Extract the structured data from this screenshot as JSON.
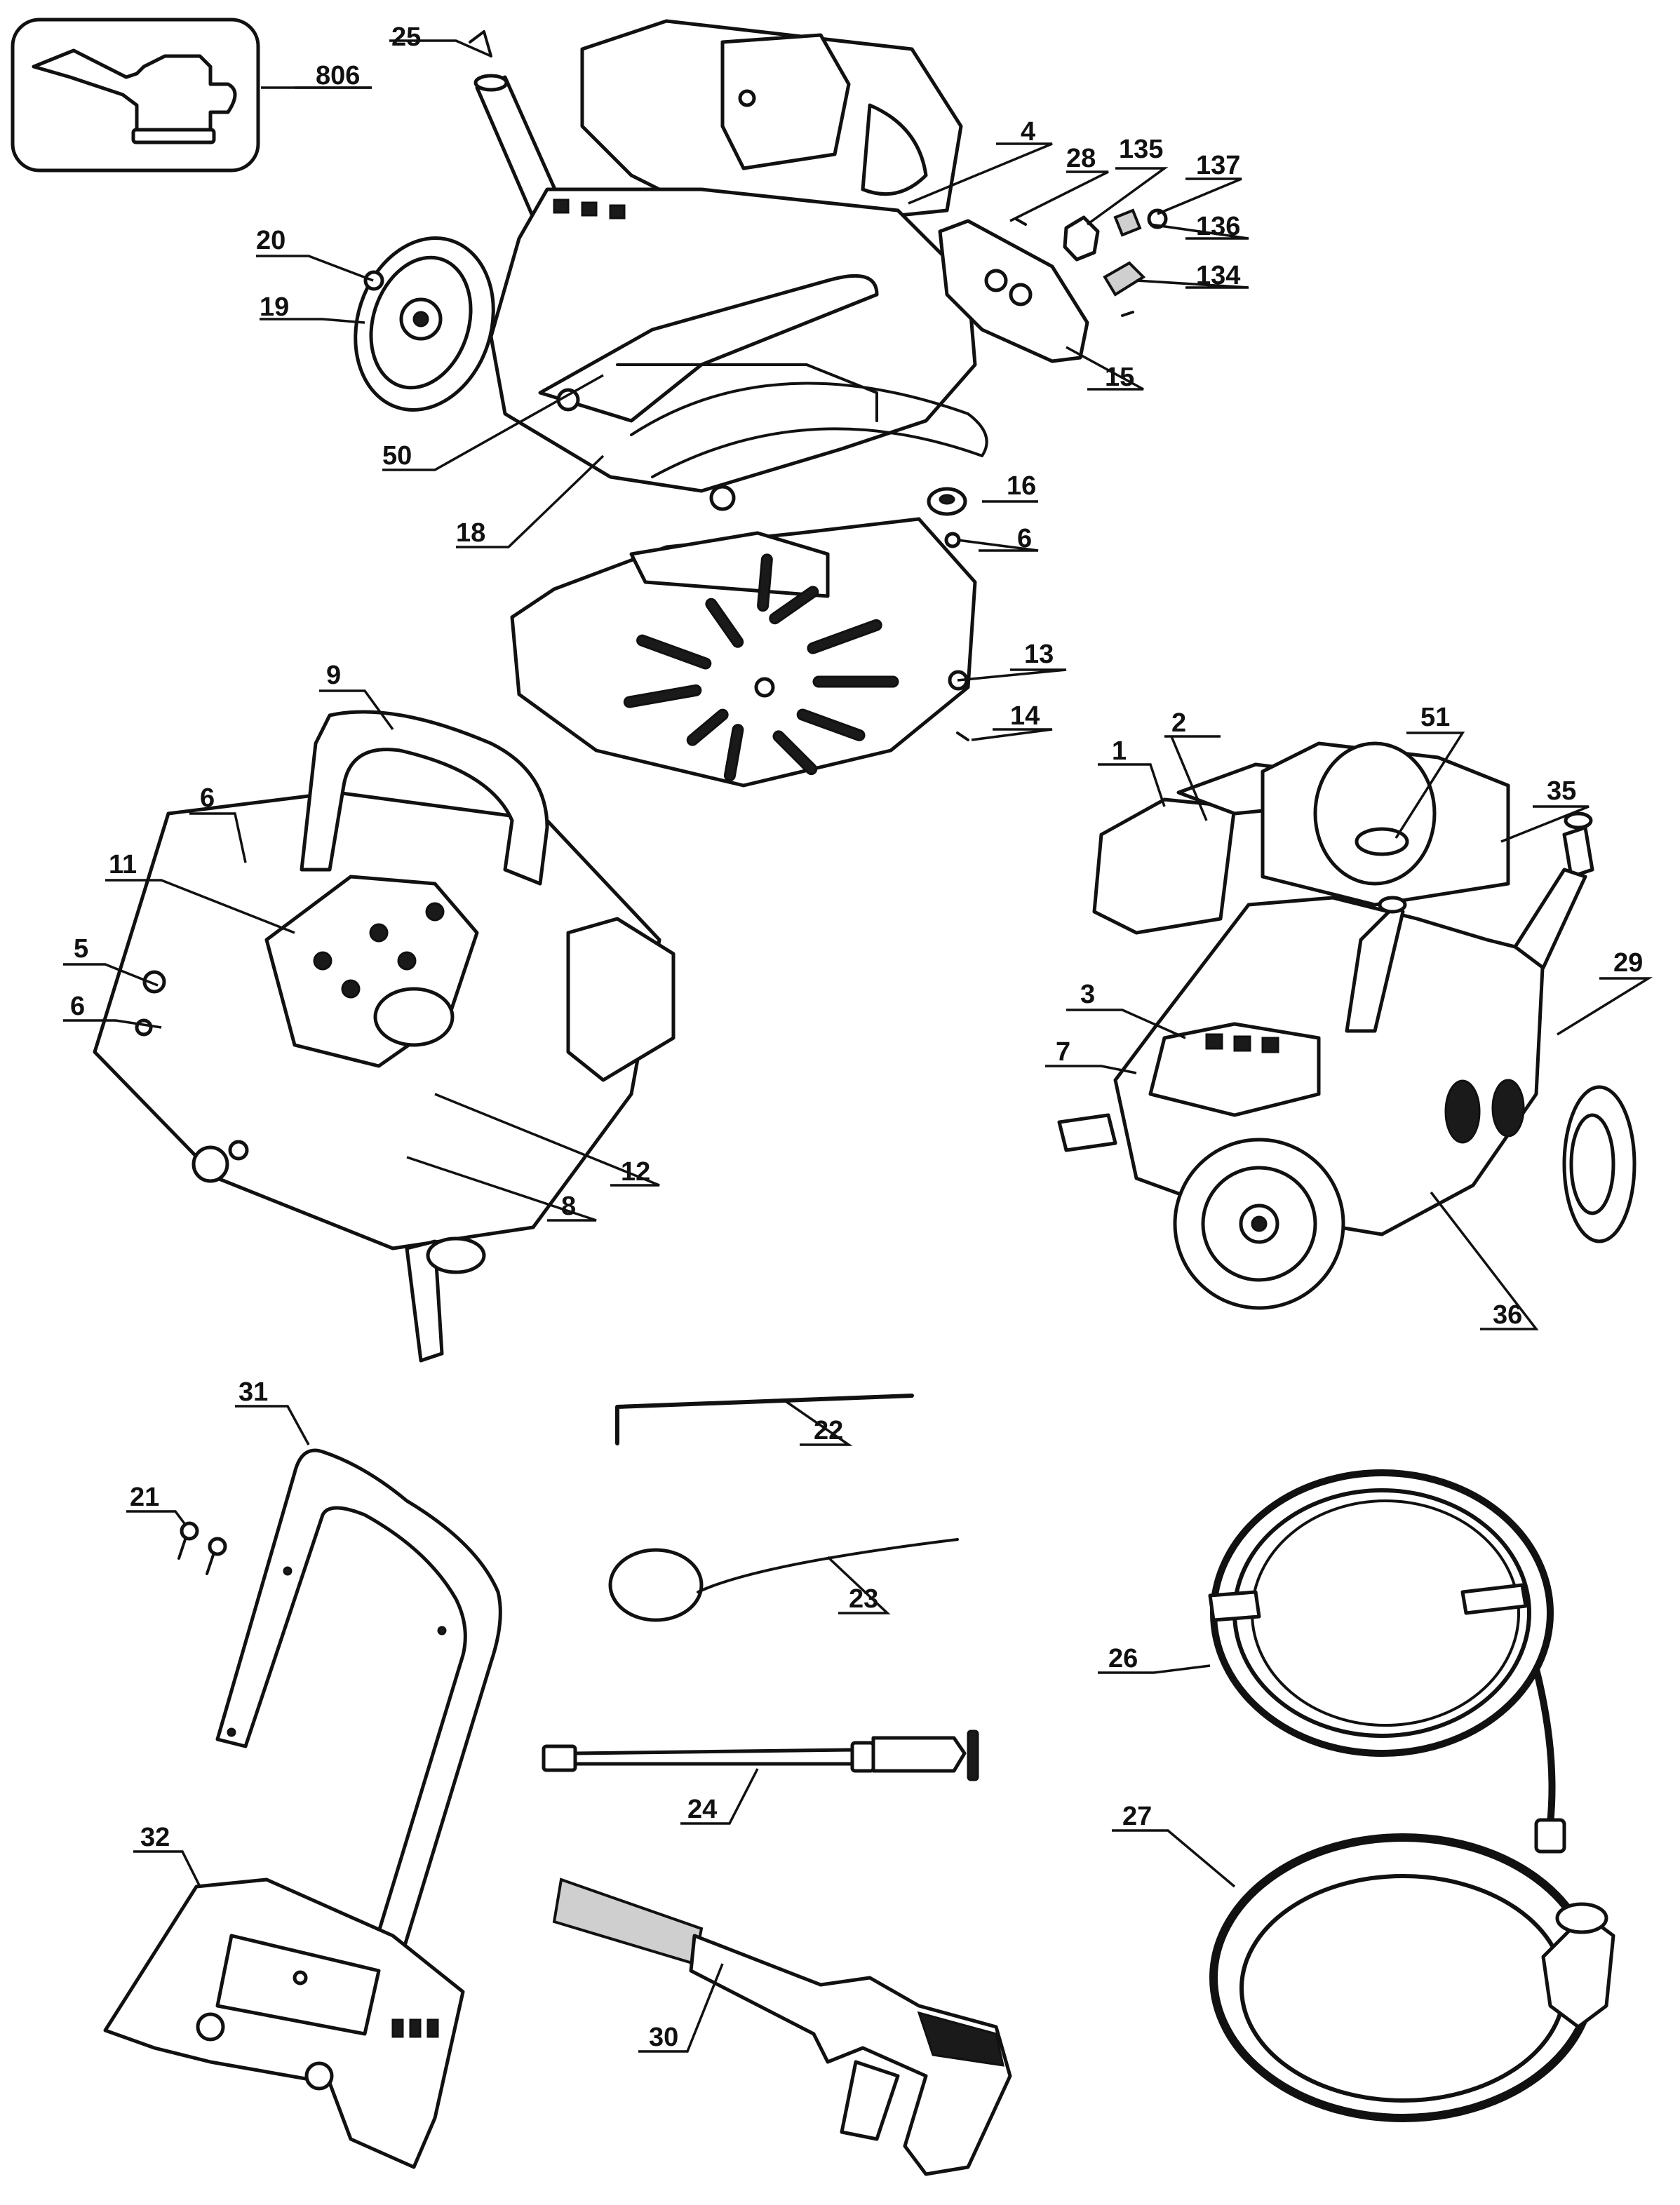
{
  "diagram": {
    "type": "exploded-parts-diagram",
    "subject": "pressure washer",
    "callouts": [
      "806",
      "25",
      "4",
      "28",
      "135",
      "137",
      "136",
      "134",
      "20",
      "19",
      "15",
      "50",
      "16",
      "6",
      "18",
      "13",
      "14",
      "9",
      "51",
      "2",
      "1",
      "35",
      "6",
      "11",
      "5",
      "29",
      "3",
      "6",
      "7",
      "12",
      "8",
      "36",
      "31",
      "22",
      "21",
      "23",
      "26",
      "24",
      "32",
      "27",
      "30"
    ]
  }
}
